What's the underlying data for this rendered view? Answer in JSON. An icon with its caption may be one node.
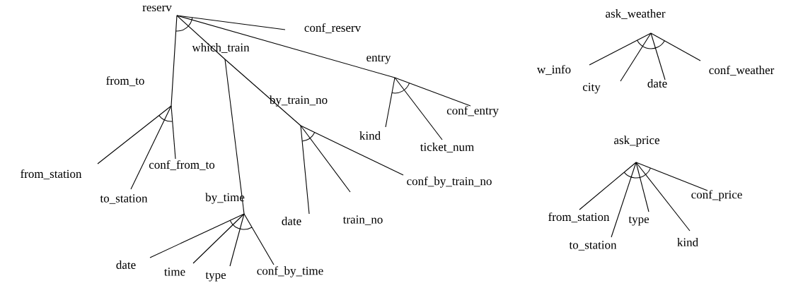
{
  "diagram": {
    "nodes": [
      {
        "text": [
          "reserv"
        ]
      },
      {
        "text": [
          "conf_reserv"
        ]
      },
      {
        "text": [
          "which_train"
        ]
      },
      {
        "text": [
          "from_to"
        ]
      },
      {
        "text": [
          "entry"
        ]
      },
      {
        "text": [
          "by_train_no"
        ]
      },
      {
        "text": [
          "kind"
        ]
      },
      {
        "text": [
          "conf_entry"
        ]
      },
      {
        "text": [
          "ticket_num"
        ]
      },
      {
        "text": [
          "from_station"
        ]
      },
      {
        "text": [
          "to_station"
        ]
      },
      {
        "text": [
          "conf_from_to"
        ]
      },
      {
        "text": [
          "by_time"
        ]
      },
      {
        "text": [
          "date"
        ]
      },
      {
        "text": [
          "train_no"
        ]
      },
      {
        "text": [
          "conf_by_train_no"
        ]
      },
      {
        "text": [
          "date"
        ]
      },
      {
        "text": [
          "time"
        ]
      },
      {
        "text": [
          "type"
        ]
      },
      {
        "text": [
          "conf_by_time"
        ]
      },
      {
        "text": [
          "ask_weather"
        ]
      },
      {
        "text": [
          "w_info"
        ]
      },
      {
        "text": [
          "city"
        ]
      },
      {
        "text": [
          "date"
        ]
      },
      {
        "text": [
          "conf_weather"
        ]
      },
      {
        "text": [
          "ask_price"
        ]
      },
      {
        "text": [
          "from_station"
        ]
      },
      {
        "text": [
          "to_station"
        ]
      },
      {
        "text": [
          "type"
        ]
      },
      {
        "text": [
          "kind"
        ]
      },
      {
        "text": [
          "conf_price"
        ]
      }
    ],
    "edges": [
      {
        "from": 0,
        "to": 3,
        "arrow": "none"
      },
      {
        "from": 0,
        "to": 2,
        "arrow": "none"
      },
      {
        "from": 0,
        "to": 4,
        "arrow": "none"
      },
      {
        "from": 0,
        "to": 1,
        "arrow": "none"
      },
      {
        "from": 2,
        "to": 12,
        "arrow": "none"
      },
      {
        "from": 2,
        "to": 5,
        "arrow": "none"
      },
      {
        "from": 3,
        "to": 9,
        "arrow": "none"
      },
      {
        "from": 3,
        "to": 10,
        "arrow": "none"
      },
      {
        "from": 3,
        "to": 11,
        "arrow": "none"
      },
      {
        "from": 4,
        "to": 6,
        "arrow": "none"
      },
      {
        "from": 4,
        "to": 8,
        "arrow": "none"
      },
      {
        "from": 4,
        "to": 7,
        "arrow": "none"
      },
      {
        "from": 5,
        "to": 13,
        "arrow": "none"
      },
      {
        "from": 5,
        "to": 14,
        "arrow": "none"
      },
      {
        "from": 5,
        "to": 15,
        "arrow": "none"
      },
      {
        "from": 12,
        "to": 16,
        "arrow": "none"
      },
      {
        "from": 12,
        "to": 17,
        "arrow": "none"
      },
      {
        "from": 12,
        "to": 18,
        "arrow": "none"
      },
      {
        "from": 12,
        "to": 19,
        "arrow": "none"
      },
      {
        "from": 20,
        "to": 21,
        "arrow": "none"
      },
      {
        "from": 20,
        "to": 22,
        "arrow": "none"
      },
      {
        "from": 20,
        "to": 23,
        "arrow": "none"
      },
      {
        "from": 20,
        "to": 24,
        "arrow": "none"
      },
      {
        "from": 25,
        "to": 26,
        "arrow": "none"
      },
      {
        "from": 25,
        "to": 27,
        "arrow": "none"
      },
      {
        "from": 25,
        "to": 28,
        "arrow": "none"
      },
      {
        "from": 25,
        "to": 29,
        "arrow": "none"
      },
      {
        "from": 25,
        "to": 30,
        "arrow": "none"
      }
    ]
  }
}
